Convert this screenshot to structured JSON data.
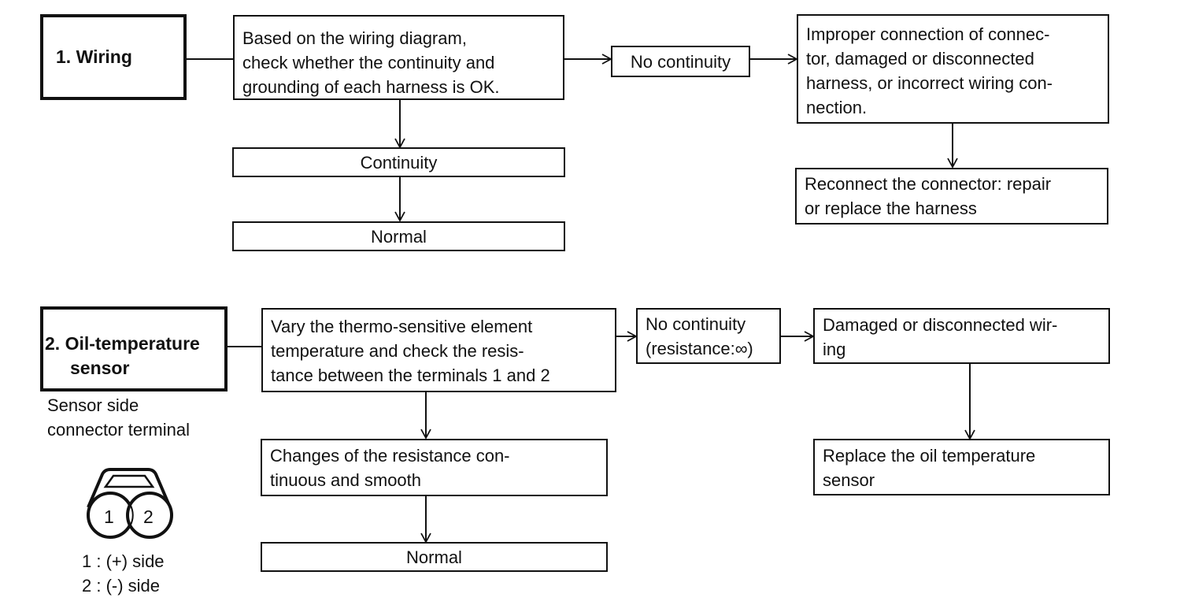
{
  "section1": {
    "title": "1. Wiring",
    "check": "Based on the wiring diagram,\ncheck whether the continuity and\ngrounding of each harness is OK.",
    "no_continuity": "No continuity",
    "fault": "Improper connection of connec-\ntor, damaged or disconnected\nharness, or incorrect wiring con-\nnection.",
    "remedy": "Reconnect the connector: repair\nor replace the harness",
    "continuity": "Continuity",
    "normal": "Normal"
  },
  "section2": {
    "title_line1": "2. Oil-temperature",
    "title_line2": "sensor",
    "connector_caption": "Sensor side\nconnector terminal",
    "pin1": "1",
    "pin2": "2",
    "legend_1": "1 : (+) side",
    "legend_2": "2 : (-) side",
    "check": "Vary the thermo-sensitive element\ntemperature and check the resis-\ntance between the terminals 1 and 2",
    "no_continuity": "No continuity\n(resistance:∞)",
    "fault": "Damaged or disconnected wir-\ning",
    "remedy": "Replace the oil temperature\nsensor",
    "result": "Changes of the resistance con-\ntinuous and smooth",
    "normal": "Normal"
  }
}
